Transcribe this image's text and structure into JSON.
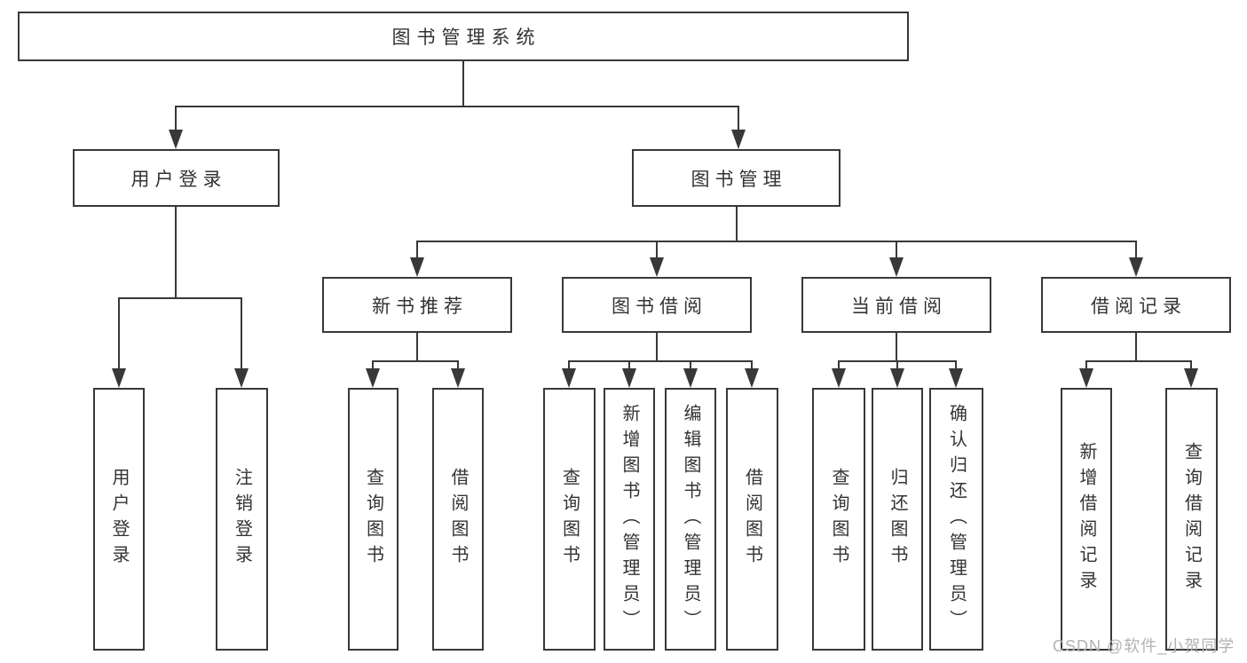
{
  "tree": {
    "root": {
      "label": "图书管理系统"
    },
    "branches": [
      {
        "label": "用户登录",
        "children": [
          {
            "label": "用户登录"
          },
          {
            "label": "注销登录"
          }
        ]
      },
      {
        "label": "图书管理",
        "children": [
          {
            "label": "新书推荐",
            "children": [
              {
                "label": "查询图书"
              },
              {
                "label": "借阅图书"
              }
            ]
          },
          {
            "label": "图书借阅",
            "children": [
              {
                "label": "查询图书"
              },
              {
                "label": "新增图书（管理员）"
              },
              {
                "label": "编辑图书（管理员）"
              },
              {
                "label": "借阅图书"
              }
            ]
          },
          {
            "label": "当前借阅",
            "children": [
              {
                "label": "查询图书"
              },
              {
                "label": "归还图书"
              },
              {
                "label": "确认归还（管理员）"
              }
            ]
          },
          {
            "label": "借阅记录",
            "children": [
              {
                "label": "新增借阅记录"
              },
              {
                "label": "查询借阅记录"
              }
            ]
          }
        ]
      }
    ]
  },
  "watermark": {
    "text": "CSDN @软件_小贺同学"
  },
  "colors": {
    "line": "#383838",
    "text": "#333333",
    "watermark": "#b3b3b3",
    "bg": "#ffffff"
  }
}
